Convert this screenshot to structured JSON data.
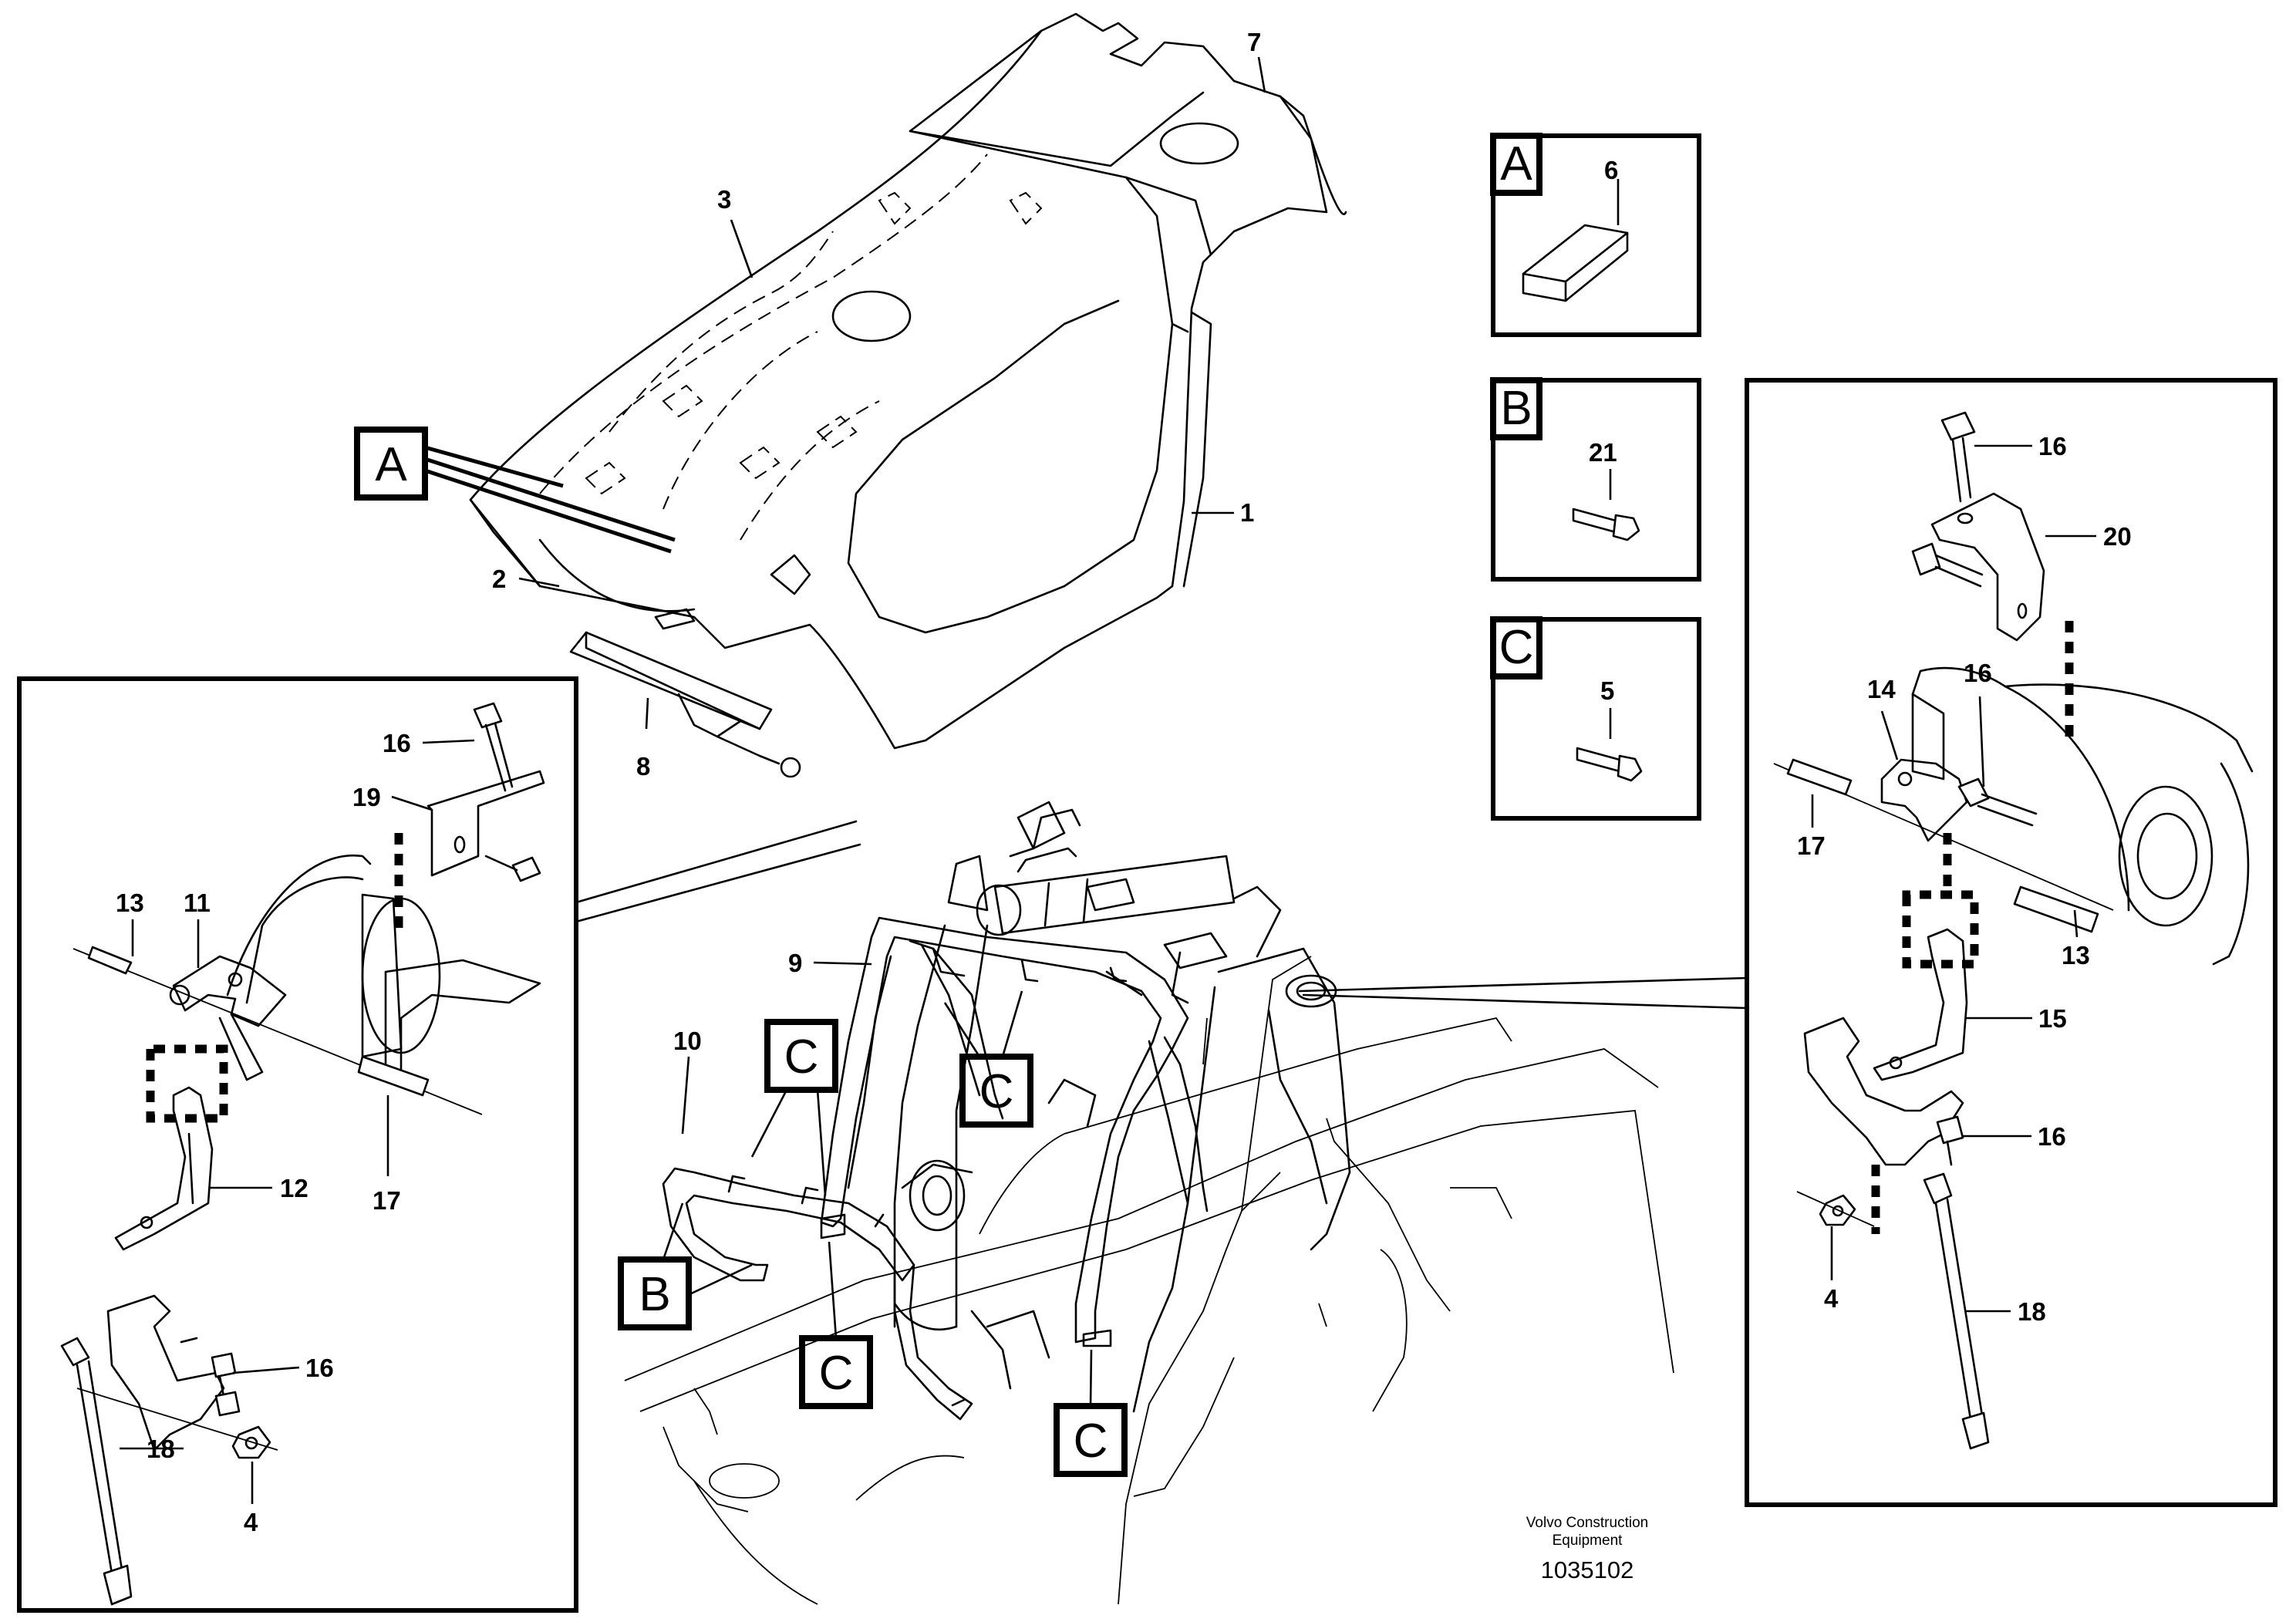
{
  "labels": {
    "p1": "1",
    "p2": "2",
    "p3": "3",
    "p6": "6",
    "p7": "7",
    "p8": "8",
    "p9": "9",
    "p10": "10",
    "p5": "5",
    "p21": "21",
    "l16a": "16",
    "l19": "19",
    "l13": "13",
    "l11": "11",
    "l17": "17",
    "l12": "12",
    "l16b": "16",
    "l18": "18",
    "l4": "4",
    "r16a": "16",
    "r20": "20",
    "r14": "14",
    "r16b": "16",
    "r17": "17",
    "r13": "13",
    "r15": "15",
    "r16c": "16",
    "r4": "4",
    "r18": "18"
  },
  "callouts": {
    "a_main": "A",
    "a_key": "A",
    "b_key": "B",
    "c_key": "C",
    "c1": "C",
    "c2": "C",
    "b_main": "B",
    "c3": "C",
    "c4": "C"
  },
  "footer": {
    "company_line1": "Volvo Construction",
    "company_line2": "Equipment",
    "drawing_number": "1035102"
  }
}
